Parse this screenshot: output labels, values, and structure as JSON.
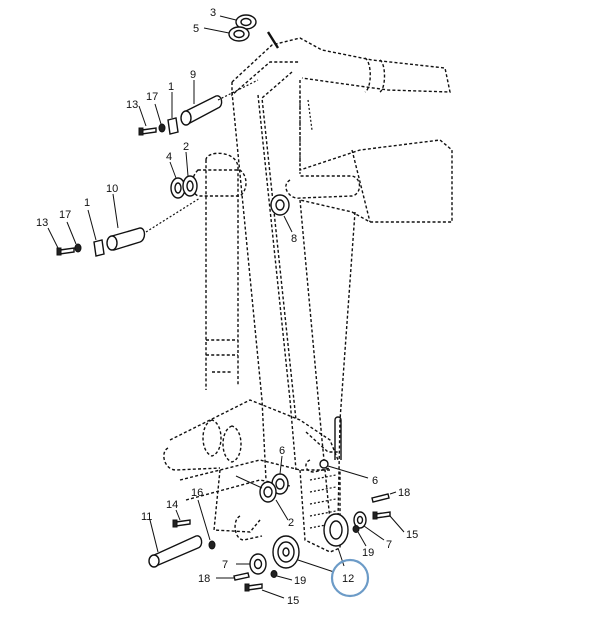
{
  "callouts": {
    "c3": "3",
    "c5": "5",
    "c9": "9",
    "c13a": "13",
    "c17a": "17",
    "c1a": "1",
    "c4": "4",
    "c2a": "2",
    "c10": "10",
    "c13b": "13",
    "c17b": "17",
    "c1b": "1",
    "c8": "8",
    "c6a": "6",
    "c6b": "6",
    "c2b": "2",
    "c18a": "18",
    "c15a": "15",
    "c7a": "7",
    "c19a": "19",
    "c12": "12",
    "c14": "14",
    "c16": "16",
    "c11": "11",
    "c7b": "7",
    "c18b": "18",
    "c19b": "19",
    "c15b": "15"
  },
  "highlight": {
    "part": "12",
    "color": "#6c9bc7"
  }
}
